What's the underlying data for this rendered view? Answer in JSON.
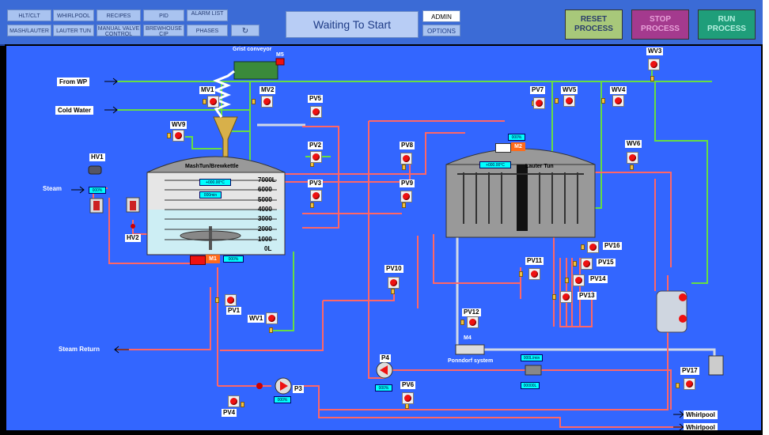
{
  "nav": {
    "row1": [
      "HLT/CLT",
      "WHIRLPOOL",
      "RECIPES",
      "PID",
      "ALARM LIST"
    ],
    "row2": [
      "MASH/LAUTER",
      "LAUTER TUN",
      "MANUAL VALVE CONTROL",
      "BREWHOUSE CIP",
      "PHASES"
    ],
    "refresh_icon": "refresh-icon"
  },
  "status": "Waiting To Start",
  "admin": {
    "admin_label": "ADMIN",
    "options_label": "OPTIONS"
  },
  "process": {
    "reset_label": "RESET PROCESS",
    "stop_label": "STOP PROCESS",
    "run_label": "RUN PROCESS",
    "reset_color": "#a8c87a",
    "stop_color": "#a43a8e",
    "run_color": "#1f9e7a"
  },
  "feeds": {
    "from_wp": "From WP",
    "cold_water": "Cold Water",
    "steam": "Steam",
    "steam_return": "Steam Return",
    "whirlpool1": "Whirlpool",
    "whirlpool2": "Whirlpool"
  },
  "equipment": {
    "grist_conveyor": "Grist conveyor",
    "m5": "M5",
    "mash_tun": "MashTun/Brewkettle",
    "lauter_tun": "Lauter Tun",
    "m1": "M1",
    "m2": "M2",
    "m4": "M4",
    "ponndorf": "Ponndorf system",
    "p3": "P3",
    "p4": "P4"
  },
  "scale": [
    "7000L",
    "6000",
    "5000",
    "4000",
    "3000",
    "2000",
    "1000",
    "0L"
  ],
  "displays": {
    "mash_temp": "+000.00°C",
    "mash_time": "000min",
    "m1_speed": "000%",
    "hv1_pct": "000%",
    "lauter_temp": "+000.00°C",
    "m2_speed": "000%",
    "p3_speed": "000%",
    "p4_speed": "000%",
    "flow_rate": "000L/min",
    "flow_total": "00000L"
  },
  "valves": {
    "mv1": "MV1",
    "mv2": "MV2",
    "wv9": "WV9",
    "hv1": "HV1",
    "hv2": "HV2",
    "pv5": "PV5",
    "pv2": "PV2",
    "pv3": "PV3",
    "pv8": "PV8",
    "pv9": "PV9",
    "pv7": "PV7",
    "wv5": "WV5",
    "wv4": "WV4",
    "wv3": "WV3",
    "wv6": "WV6",
    "pv16": "PV16",
    "pv15": "PV15",
    "pv14": "PV14",
    "pv13": "PV13",
    "pv11": "PV11",
    "pv10": "PV10",
    "pv12": "PV12",
    "pv1": "PV1",
    "wv1": "WV1",
    "pv4": "PV4",
    "pv6": "PV6",
    "pv17": "PV17"
  },
  "colors": {
    "canvas": "#3366ff",
    "green_pipe": "#66dd44",
    "red_pipe": "#ff6666",
    "white_pipe": "#d0d8e8"
  }
}
